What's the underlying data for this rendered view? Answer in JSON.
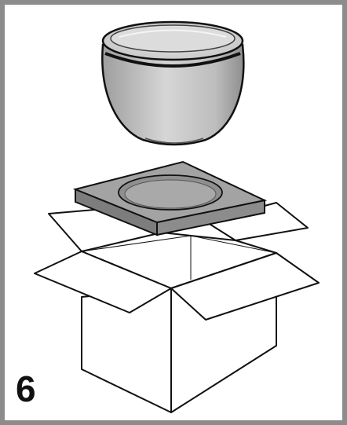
{
  "step": {
    "number": "6"
  },
  "illustration": {
    "items": [
      "bowl-pot",
      "protective-insert",
      "open-cardboard-box"
    ],
    "colors": {
      "frame": "#8c8c8c",
      "outline": "#111111",
      "pot_fill": "#c8c8c8",
      "insert_fill": "#9a9a9a",
      "box_fill": "#ffffff"
    }
  }
}
